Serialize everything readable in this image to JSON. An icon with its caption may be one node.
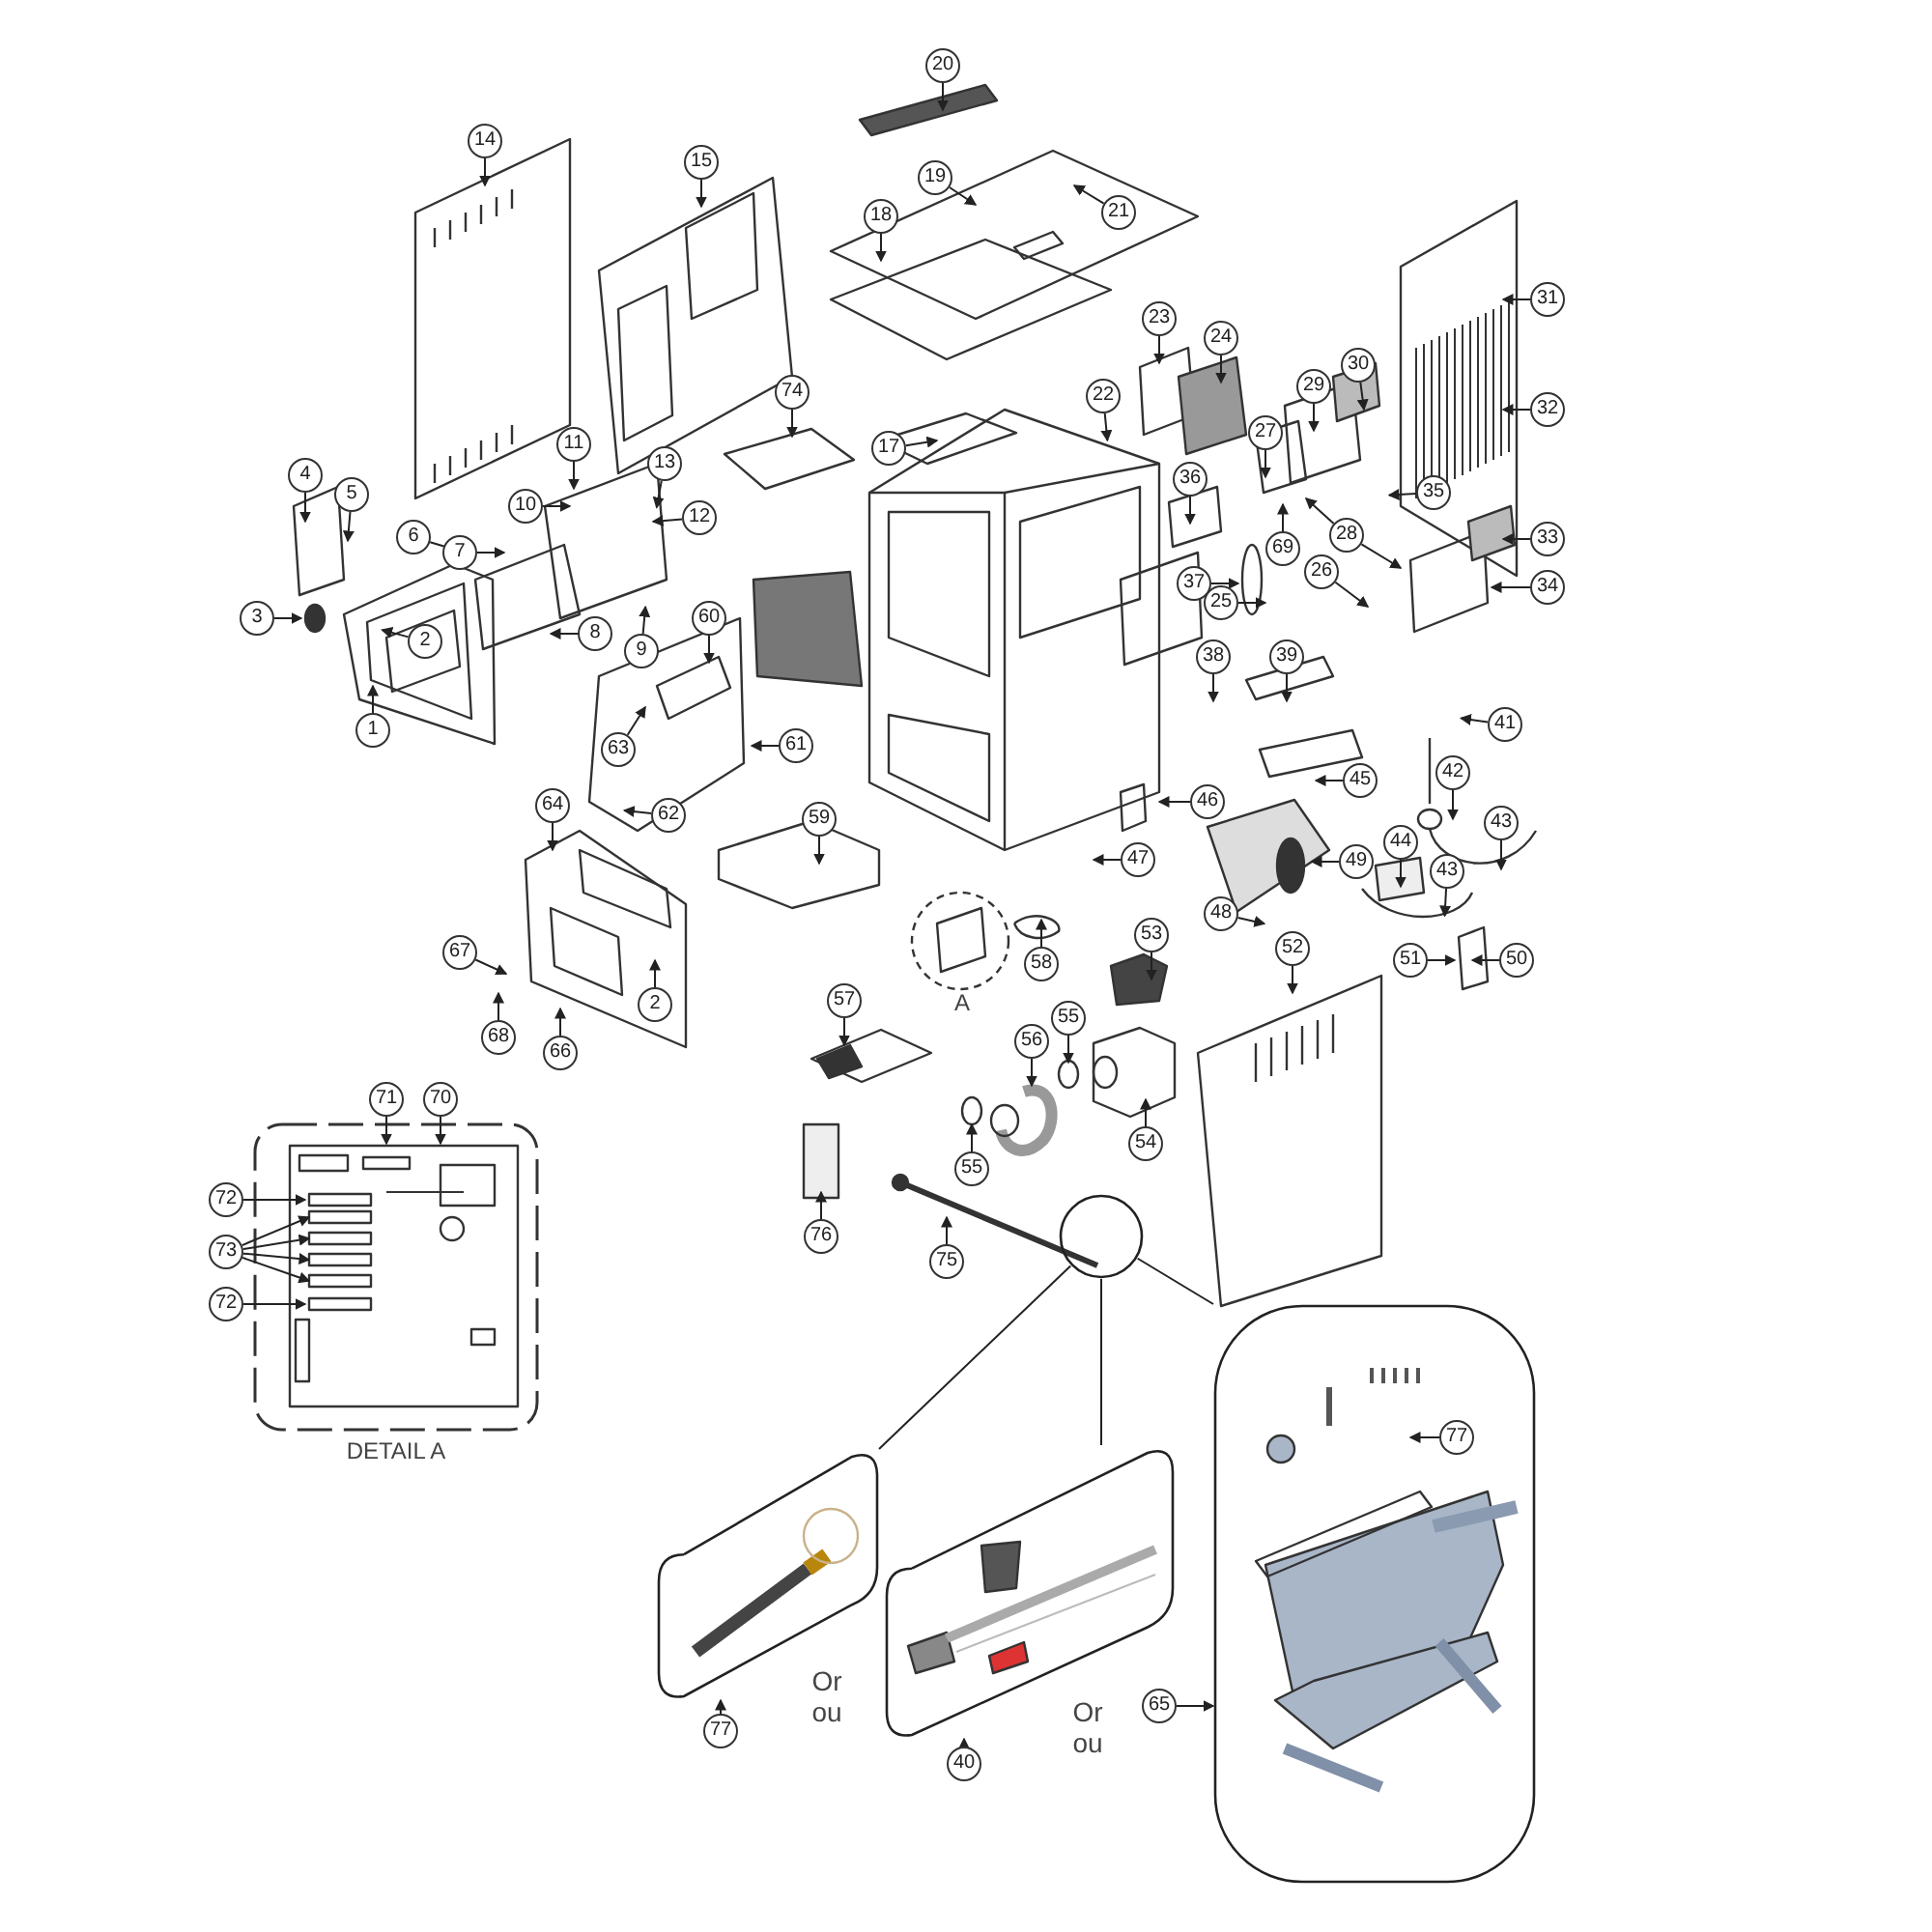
{
  "diagram": {
    "nodes": [
      {
        "text": [
          "20"
        ]
      },
      {
        "text": [
          "14"
        ]
      },
      {
        "text": [
          "15"
        ]
      },
      {
        "text": [
          "19"
        ]
      },
      {
        "text": [
          "21"
        ]
      },
      {
        "text": [
          "18"
        ]
      },
      {
        "text": [
          "31"
        ]
      },
      {
        "text": [
          "23"
        ]
      },
      {
        "text": [
          "24"
        ]
      },
      {
        "text": [
          "30"
        ]
      },
      {
        "text": [
          "29"
        ]
      },
      {
        "text": [
          "74"
        ]
      },
      {
        "text": [
          "22"
        ]
      },
      {
        "text": [
          "32"
        ]
      },
      {
        "text": [
          "27"
        ]
      },
      {
        "text": [
          "17"
        ]
      },
      {
        "text": [
          "11"
        ]
      },
      {
        "text": [
          "13"
        ]
      },
      {
        "text": [
          "4"
        ]
      },
      {
        "text": [
          "36"
        ]
      },
      {
        "text": [
          "35"
        ]
      },
      {
        "text": [
          "5"
        ]
      },
      {
        "text": [
          "12"
        ]
      },
      {
        "text": [
          "28"
        ]
      },
      {
        "text": [
          "10"
        ]
      },
      {
        "text": [
          "6"
        ]
      },
      {
        "text": [
          "33"
        ]
      },
      {
        "text": [
          "7"
        ]
      },
      {
        "text": [
          "69"
        ]
      },
      {
        "text": [
          "26"
        ]
      },
      {
        "text": [
          "37"
        ]
      },
      {
        "text": [
          "34"
        ]
      },
      {
        "text": [
          "25"
        ]
      },
      {
        "text": [
          "3"
        ]
      },
      {
        "text": [
          "60"
        ]
      },
      {
        "text": [
          "8"
        ]
      },
      {
        "text": [
          "9"
        ]
      },
      {
        "text": [
          "2"
        ]
      },
      {
        "text": [
          "38"
        ]
      },
      {
        "text": [
          "39"
        ]
      },
      {
        "text": [
          "1"
        ]
      },
      {
        "text": [
          "41"
        ]
      },
      {
        "text": [
          "61"
        ]
      },
      {
        "text": [
          "63"
        ]
      },
      {
        "text": [
          "42"
        ]
      },
      {
        "text": [
          "45"
        ]
      },
      {
        "text": [
          "46"
        ]
      },
      {
        "text": [
          "64"
        ]
      },
      {
        "text": [
          "62"
        ]
      },
      {
        "text": [
          "59"
        ]
      },
      {
        "text": [
          "43"
        ]
      },
      {
        "text": [
          "44"
        ]
      },
      {
        "text": [
          "49"
        ]
      },
      {
        "text": [
          "47"
        ]
      },
      {
        "text": [
          "43"
        ]
      },
      {
        "text": [
          "48"
        ]
      },
      {
        "text": [
          "53"
        ]
      },
      {
        "text": [
          "52"
        ]
      },
      {
        "text": [
          "67"
        ]
      },
      {
        "text": [
          "51"
        ]
      },
      {
        "text": [
          "50"
        ]
      },
      {
        "text": [
          "58"
        ]
      },
      {
        "text": [
          "57"
        ]
      },
      {
        "text": [
          "2"
        ]
      },
      {
        "text": [
          "55"
        ]
      },
      {
        "text": [
          "68"
        ]
      },
      {
        "text": [
          "56"
        ]
      },
      {
        "text": [
          "66"
        ]
      },
      {
        "text": [
          "71"
        ]
      },
      {
        "text": [
          "70"
        ]
      },
      {
        "text": [
          "54"
        ]
      },
      {
        "text": [
          "55"
        ]
      },
      {
        "text": [
          "72"
        ]
      },
      {
        "text": [
          "76"
        ]
      },
      {
        "text": [
          "73"
        ]
      },
      {
        "text": [
          "75"
        ]
      },
      {
        "text": [
          "72"
        ]
      },
      {
        "text": [],
        "shape": "circle"
      },
      {
        "text": [],
        "shape": "box"
      },
      {
        "text": [
          "77"
        ],
        "in": 78
      },
      {
        "text": [],
        "shape": "box"
      },
      {
        "text": [],
        "shape": "box"
      },
      {
        "text": [
          "77"
        ]
      },
      {
        "text": [
          "40"
        ]
      },
      {
        "text": [
          "65"
        ]
      }
    ],
    "edges": [
      {
        "from": 0,
        "to": null,
        "arrow": "to"
      },
      {
        "from": 1,
        "to": null,
        "arrow": "to"
      },
      {
        "from": 2,
        "to": null,
        "arrow": "to"
      },
      {
        "from": 3,
        "to": null,
        "arrow": "to"
      },
      {
        "from": 4,
        "to": null,
        "arrow": "to"
      },
      {
        "from": 5,
        "to": null,
        "arrow": "to"
      },
      {
        "from": 6,
        "to": null,
        "arrow": "to"
      },
      {
        "from": 7,
        "to": null,
        "arrow": "to"
      },
      {
        "from": 8,
        "to": null,
        "arrow": "to"
      },
      {
        "from": 9,
        "to": null,
        "arrow": "to"
      },
      {
        "from": 10,
        "to": null,
        "arrow": "to"
      },
      {
        "from": 11,
        "to": null,
        "arrow": "to"
      },
      {
        "from": 12,
        "to": null,
        "arrow": "to"
      },
      {
        "from": 13,
        "to": null,
        "arrow": "to"
      },
      {
        "from": 14,
        "to": null,
        "arrow": "to"
      },
      {
        "from": 15,
        "to": null,
        "arrow": "to"
      },
      {
        "from": 16,
        "to": null,
        "arrow": "to"
      },
      {
        "from": 17,
        "to": null,
        "arrow": "to"
      },
      {
        "from": 18,
        "to": null,
        "arrow": "to"
      },
      {
        "from": 19,
        "to": null,
        "arrow": "to"
      },
      {
        "from": 20,
        "to": null,
        "arrow": "to"
      },
      {
        "from": 21,
        "to": null,
        "arrow": "to"
      },
      {
        "from": 22,
        "to": null,
        "arrow": "to"
      },
      {
        "from": 23,
        "to": null,
        "arrow": "to"
      },
      {
        "from": 23,
        "to": null,
        "arrow": "to"
      },
      {
        "from": 24,
        "to": null,
        "arrow": "to"
      },
      {
        "from": 25,
        "to": null,
        "arrow": "to"
      },
      {
        "from": 26,
        "to": null,
        "arrow": "to"
      },
      {
        "from": 27,
        "to": null,
        "arrow": "to"
      },
      {
        "from": 28,
        "to": null,
        "arrow": "to"
      },
      {
        "from": 29,
        "to": null,
        "arrow": "to"
      },
      {
        "from": 30,
        "to": null,
        "arrow": "to"
      },
      {
        "from": 31,
        "to": null,
        "arrow": "to"
      },
      {
        "from": 32,
        "to": null,
        "arrow": "to"
      },
      {
        "from": 33,
        "to": null,
        "arrow": "to"
      },
      {
        "from": 34,
        "to": null,
        "arrow": "to"
      },
      {
        "from": 35,
        "to": null,
        "arrow": "to"
      },
      {
        "from": 36,
        "to": null,
        "arrow": "to"
      },
      {
        "from": 37,
        "to": null,
        "arrow": "to"
      },
      {
        "from": 38,
        "to": null,
        "arrow": "to"
      },
      {
        "from": 39,
        "to": null,
        "arrow": "to"
      },
      {
        "from": 40,
        "to": null,
        "arrow": "to"
      },
      {
        "from": 41,
        "to": null,
        "arrow": "to"
      },
      {
        "from": 42,
        "to": null,
        "arrow": "to"
      },
      {
        "from": 43,
        "to": null,
        "arrow": "to"
      },
      {
        "from": 44,
        "to": null,
        "arrow": "to"
      },
      {
        "from": 45,
        "to": null,
        "arrow": "to"
      },
      {
        "from": 46,
        "to": null,
        "arrow": "to"
      },
      {
        "from": 47,
        "to": null,
        "arrow": "to"
      },
      {
        "from": 48,
        "to": null,
        "arrow": "to"
      },
      {
        "from": 49,
        "to": null,
        "arrow": "to"
      },
      {
        "from": 50,
        "to": null,
        "arrow": "to"
      },
      {
        "from": 51,
        "to": null,
        "arrow": "to"
      },
      {
        "from": 52,
        "to": null,
        "arrow": "to"
      },
      {
        "from": 53,
        "to": null,
        "arrow": "to"
      },
      {
        "from": 54,
        "to": null,
        "arrow": "to"
      },
      {
        "from": 55,
        "to": null,
        "arrow": "to"
      },
      {
        "from": 56,
        "to": null,
        "arrow": "to"
      },
      {
        "from": 57,
        "to": null,
        "arrow": "to"
      },
      {
        "from": 58,
        "to": null,
        "arrow": "to"
      },
      {
        "from": 59,
        "to": null,
        "arrow": "to"
      },
      {
        "from": 60,
        "to": null,
        "arrow": "to"
      },
      {
        "from": 61,
        "to": null,
        "arrow": "to"
      },
      {
        "from": 62,
        "to": null,
        "arrow": "to"
      },
      {
        "from": 63,
        "to": null,
        "arrow": "to"
      },
      {
        "from": 64,
        "to": null,
        "arrow": "to"
      },
      {
        "from": 65,
        "to": null,
        "arrow": "to"
      },
      {
        "from": 66,
        "to": null,
        "arrow": "to"
      },
      {
        "from": 67,
        "to": null,
        "arrow": "to"
      },
      {
        "from": 68,
        "to": null,
        "arrow": "to"
      },
      {
        "from": 69,
        "to": null,
        "arrow": "to"
      },
      {
        "from": 70,
        "to": null,
        "arrow": "to"
      },
      {
        "from": 71,
        "to": null,
        "arrow": "to"
      },
      {
        "from": 72,
        "to": null,
        "arrow": "to"
      },
      {
        "from": 73,
        "to": null,
        "arrow": "to"
      },
      {
        "from": 74,
        "to": null,
        "arrow": "to"
      },
      {
        "from": 74,
        "to": null,
        "arrow": "to"
      },
      {
        "from": 74,
        "to": null,
        "arrow": "to"
      },
      {
        "from": 74,
        "to": null,
        "arrow": "to"
      },
      {
        "from": 75,
        "to": null,
        "arrow": "to"
      },
      {
        "from": 76,
        "to": null,
        "arrow": "to"
      },
      {
        "from": 77,
        "to": 80,
        "arrow": "none"
      },
      {
        "from": 77,
        "to": 81,
        "arrow": "none"
      },
      {
        "from": 77,
        "to": 78,
        "arrow": "none"
      },
      {
        "from": 79,
        "to": null,
        "arrow": "to"
      },
      {
        "from": 82,
        "to": 80,
        "arrow": "to"
      },
      {
        "from": 83,
        "to": 81,
        "arrow": "to"
      },
      {
        "from": 84,
        "to": 78,
        "arrow": "to"
      }
    ],
    "labels": [
      "A",
      "DETAIL A",
      "Or ou",
      "Or ou"
    ]
  }
}
